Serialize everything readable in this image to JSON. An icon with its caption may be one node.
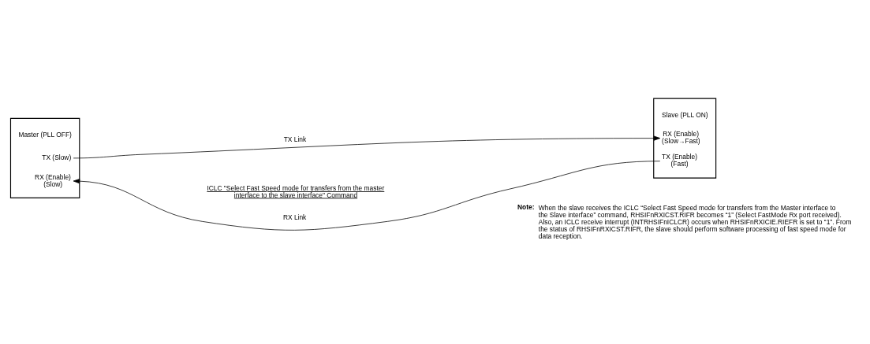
{
  "diagram": {
    "nodes": [
      {
        "text": [
          "Master (PLL OFF)",
          "TX (Slow)",
          "RX (Enable) (Slow)"
        ]
      },
      {
        "text": [
          "Slave (PLL ON)",
          "RX (Enable) (Slow→Fast)",
          "TX (Enable) (Fast)"
        ]
      }
    ],
    "edges": [
      {
        "from": 0,
        "to": 1,
        "arrow": "to",
        "label": "TX Link"
      },
      {
        "from": 1,
        "to": 0,
        "arrow": "to",
        "label": "RX Link"
      }
    ],
    "labels": [
      "ICLC \"Select Fast Speed mode for transfers from the master interface to the slave interface\" Command",
      "Note:",
      "When the slave receives the ICLC “Select Fast Speed mode for transfers from the Master interface to the Slave interface” command, RHSIFnRXICST.RIFR becomes “1” (Select FastMode Rx port received). Also, an ICLC receive interrupt (INTRHSIFnICLCR) occurs when RHSIFnRXICIE.RIEFR is set to “1”. From the status of RHSIFnRXICST.RIFR, the slave should perform software processing of fast speed mode for data reception."
    ]
  }
}
